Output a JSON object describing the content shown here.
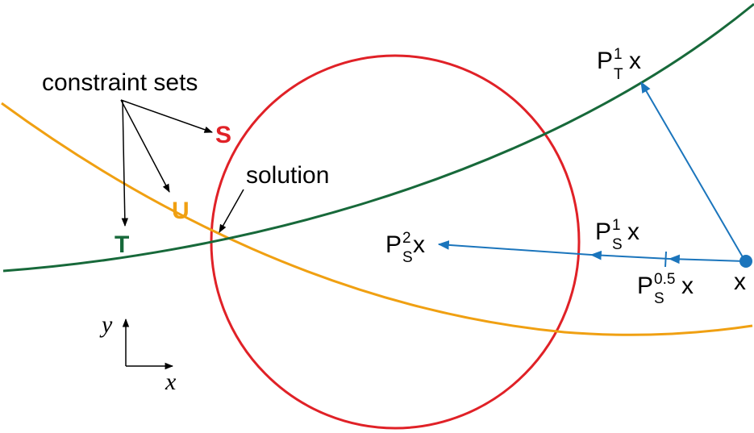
{
  "colors": {
    "circle_S": "#e02127",
    "curve_T": "#17693a",
    "curve_U": "#f0a012",
    "projection_arrows": "#1b75bc",
    "annotation": "#000000"
  },
  "labels": {
    "constraint_sets": "constraint sets",
    "set_S": "S",
    "set_T": "T",
    "set_U": "U",
    "solution": "solution",
    "point_x": "x",
    "proj_T1": {
      "base": "P",
      "sub": "T",
      "sup": "1",
      "arg": "x"
    },
    "proj_S1": {
      "base": "P",
      "sub": "S",
      "sup": "1",
      "arg": "x"
    },
    "proj_S2": {
      "base": "P",
      "sub": "S",
      "sup": "2",
      "arg": "x"
    },
    "proj_S05": {
      "base": "P",
      "sub": "S",
      "sup": "0.5",
      "arg": "x"
    },
    "axis_x": "x",
    "axis_y": "y"
  }
}
